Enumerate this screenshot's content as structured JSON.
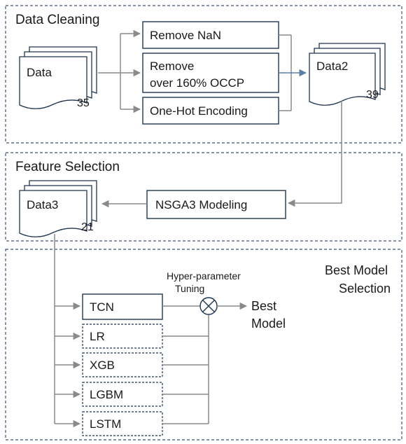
{
  "sections": {
    "cleaning": {
      "title": "Data Cleaning"
    },
    "feature": {
      "title": "Feature Selection"
    },
    "best": {
      "title_line1": "Best Model",
      "title_line2": "Selection"
    }
  },
  "docs": {
    "data": {
      "label": "Data",
      "count": "35"
    },
    "data2": {
      "label": "Data2",
      "count": "39"
    },
    "data3": {
      "label": "Data3",
      "count": "21"
    }
  },
  "steps": {
    "remove_nan": "Remove NaN",
    "remove_occp_line1": "Remove",
    "remove_occp_line2": "over 160% OCCP",
    "one_hot": "One-Hot Encoding",
    "nsga3": "NSGA3 Modeling"
  },
  "models": {
    "tcn": "TCN",
    "lr": "LR",
    "xgb": "XGB",
    "lgbm": "LGBM",
    "lstm": "LSTM"
  },
  "tuning": {
    "line1": "Hyper-parameter",
    "line2": "Tuning"
  },
  "result": {
    "line1": "Best",
    "line2": "Model"
  },
  "colors": {
    "box_border": "#1f3550",
    "arrow": "#8a8a8a",
    "blue_arrow": "#5b7fa8",
    "dash": "#3d5270"
  }
}
